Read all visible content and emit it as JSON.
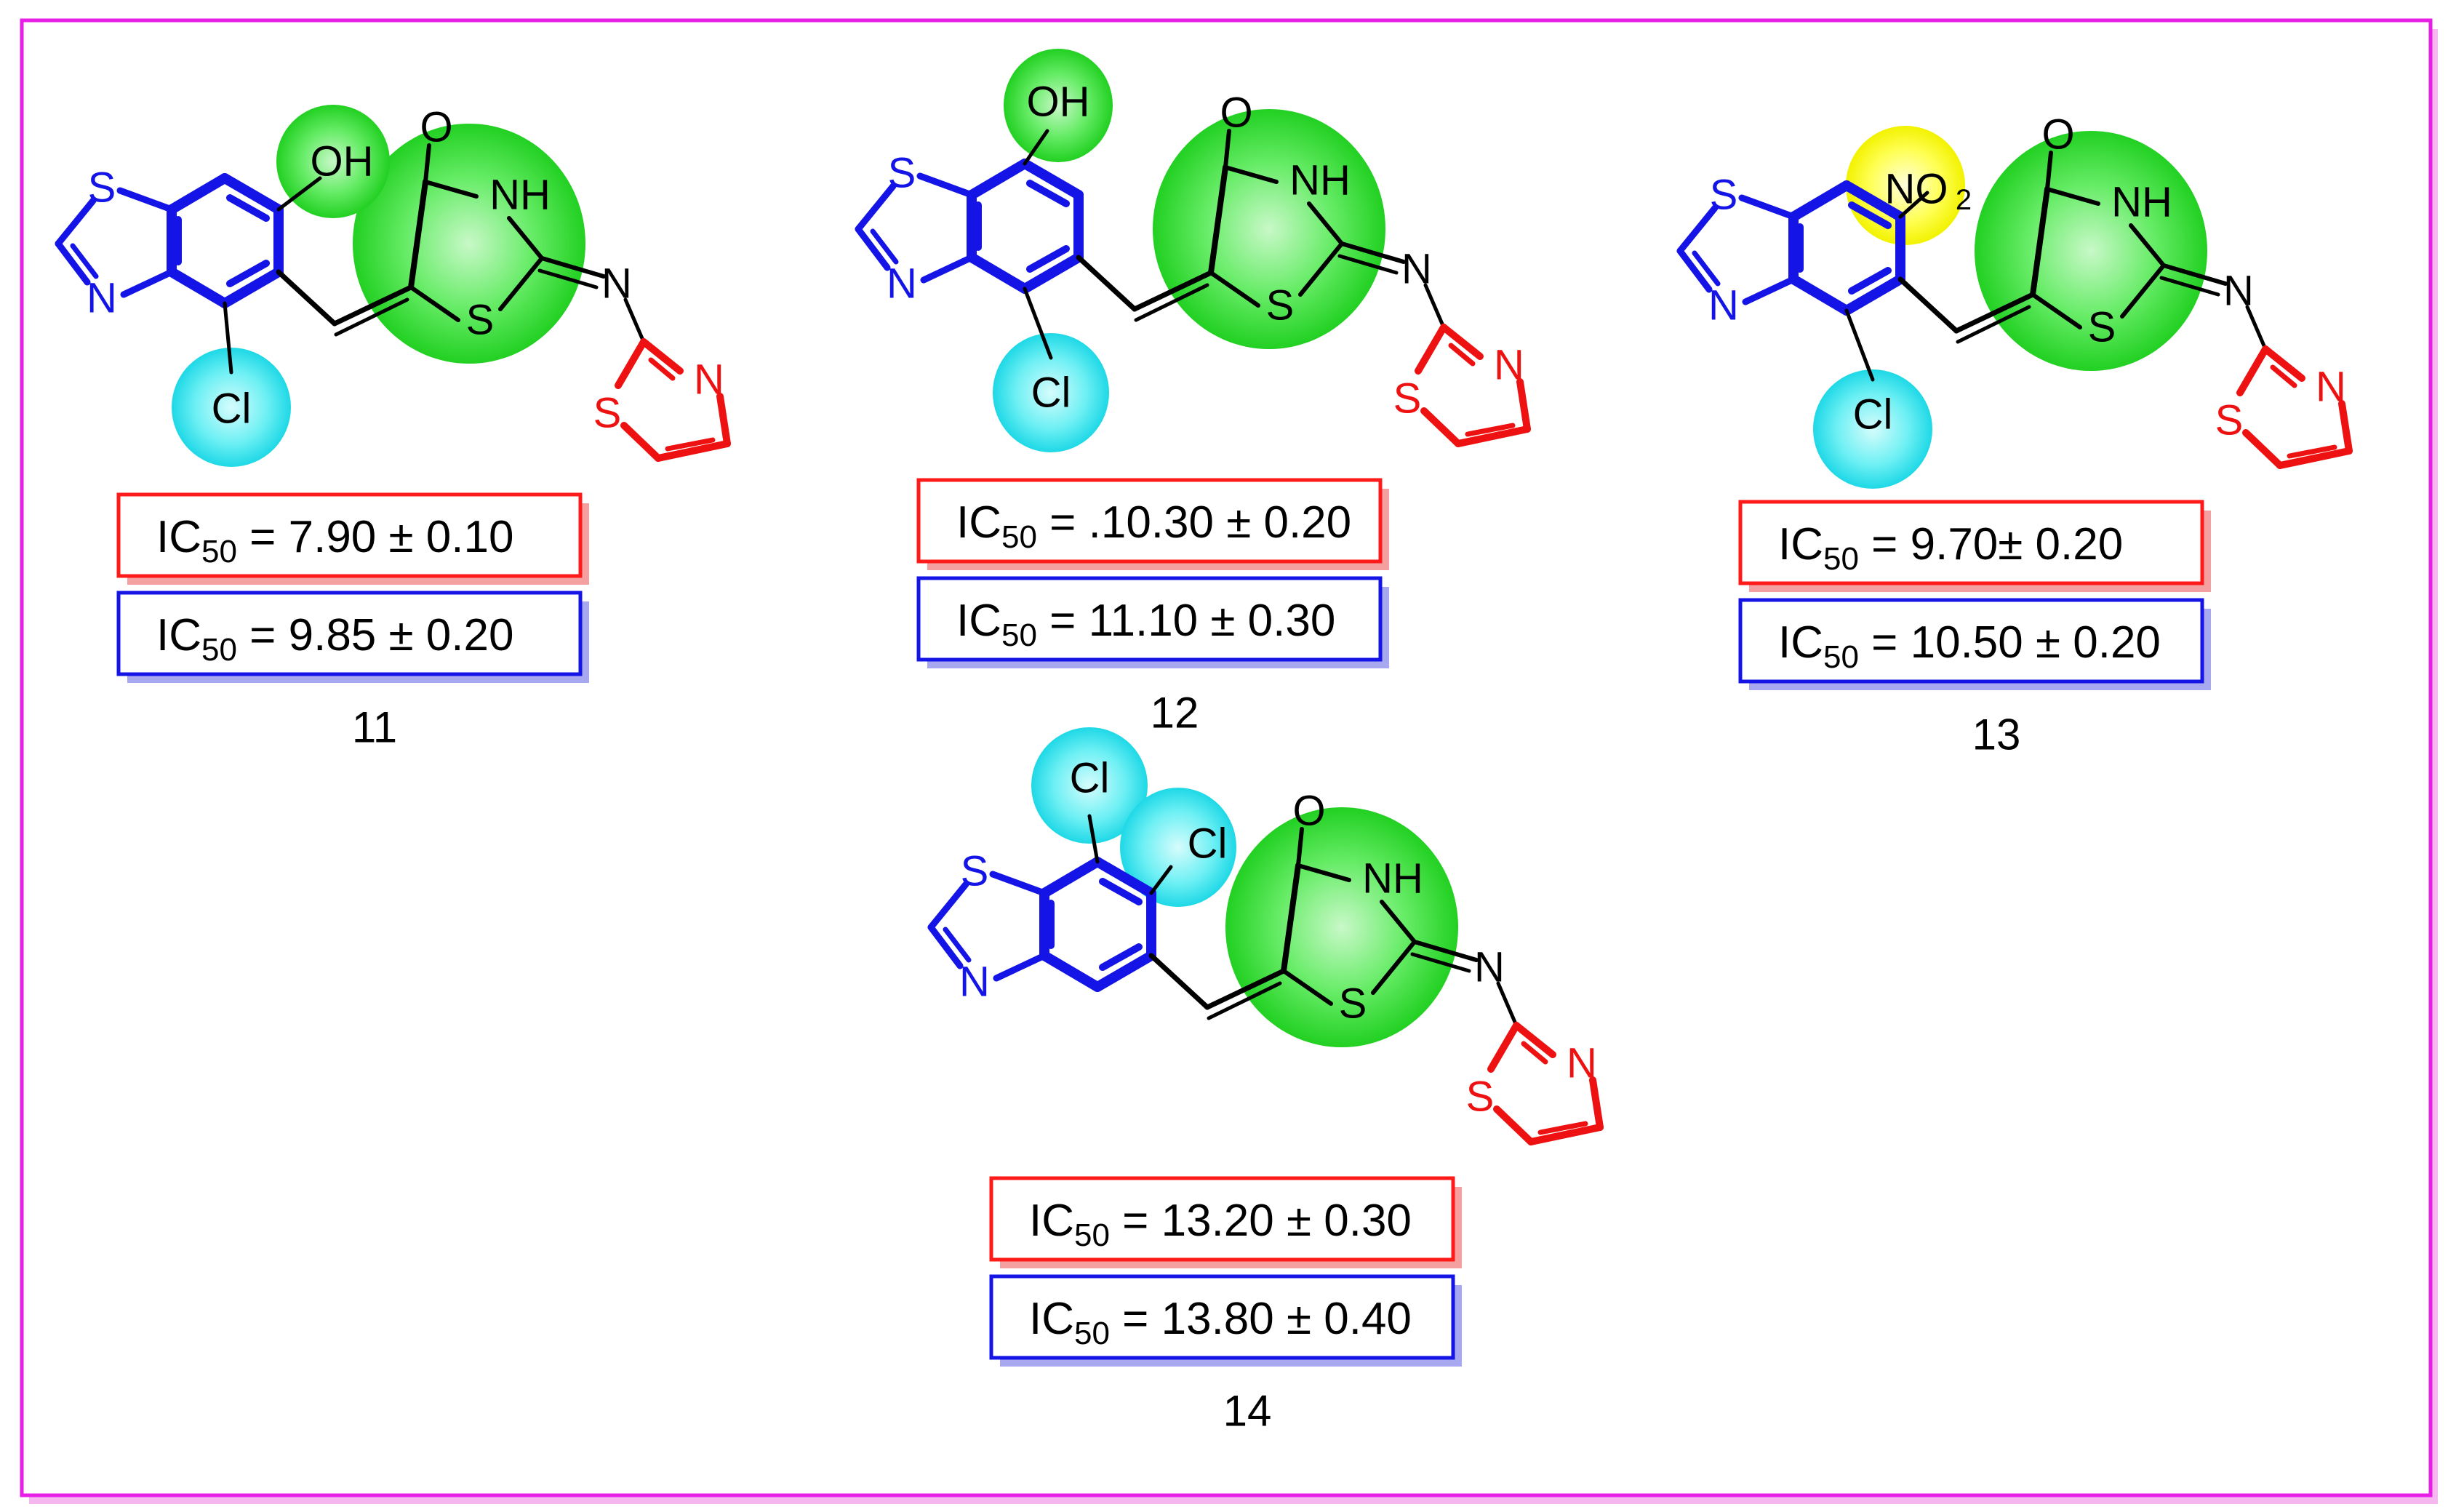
{
  "colors": {
    "frame": "#e61ee6",
    "frame_shadow": "#f6b6f0",
    "core": "#1414e6",
    "linker": "#000000",
    "thiazole": "#ee1111",
    "green": "#22dd22",
    "cyan": "#1ee0ee",
    "yellow": "#ffff00",
    "red_box": "#ff1a1a",
    "red_shadow": "#f5a0a0",
    "blue_box": "#1414e6",
    "blue_shadow": "#a8a8f0"
  },
  "atoms": {
    "S": "S",
    "N": "N",
    "O": "O",
    "NH": "NH",
    "OH": "OH",
    "Cl": "Cl",
    "NO": "NO",
    "sub2": "2"
  },
  "ic_label": {
    "prefix": "IC",
    "sub": "50"
  },
  "compounds": [
    {
      "id": "11",
      "ic50_red": "= 7.90 ± 0.10",
      "ic50_blue": "= 9.85 ± 0.20",
      "substituents": [
        "OH",
        "Cl"
      ]
    },
    {
      "id": "12",
      "ic50_red": "= .10.30 ± 0.20",
      "ic50_blue": "= 11.10 ± 0.30",
      "substituents": [
        "OH",
        "Cl"
      ]
    },
    {
      "id": "13",
      "ic50_red": "= 9.70± 0.20",
      "ic50_blue": "= 10.50 ± 0.20",
      "substituents": [
        "NO2",
        "Cl"
      ]
    },
    {
      "id": "14",
      "ic50_red": "= 13.20 ± 0.30",
      "ic50_blue": "= 13.80 ± 0.40",
      "substituents": [
        "Cl",
        "Cl"
      ]
    }
  ]
}
